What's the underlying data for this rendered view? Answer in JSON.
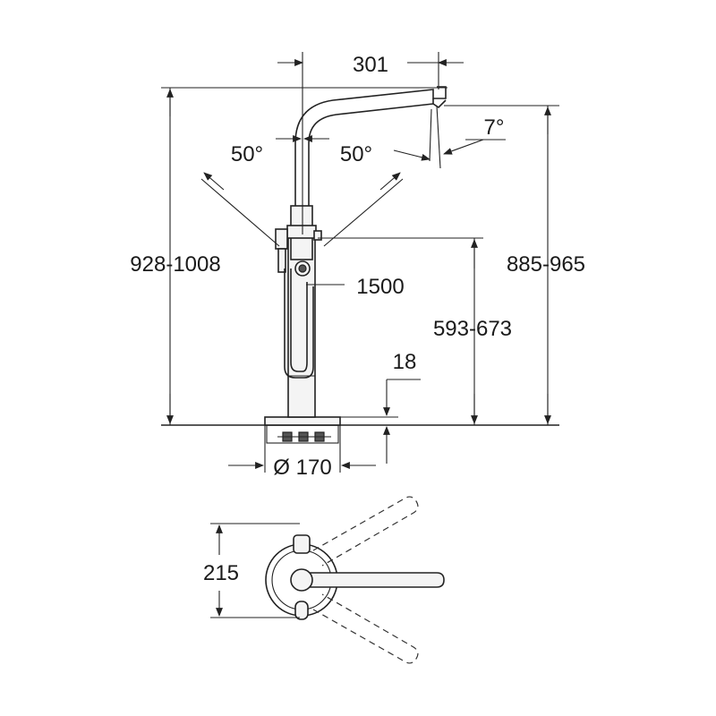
{
  "dimensions": {
    "spout_reach": "301",
    "spout_angle": "7°",
    "swivel_left": "50°",
    "swivel_right": "50°",
    "overall_height": "928-1008",
    "outlet_height": "885-965",
    "hose_length": "1500",
    "handle_height": "593-673",
    "base_thickness": "18",
    "base_diameter": "Ø 170",
    "plan_depth": "215"
  },
  "colors": {
    "line": "#222222",
    "background": "#ffffff"
  }
}
